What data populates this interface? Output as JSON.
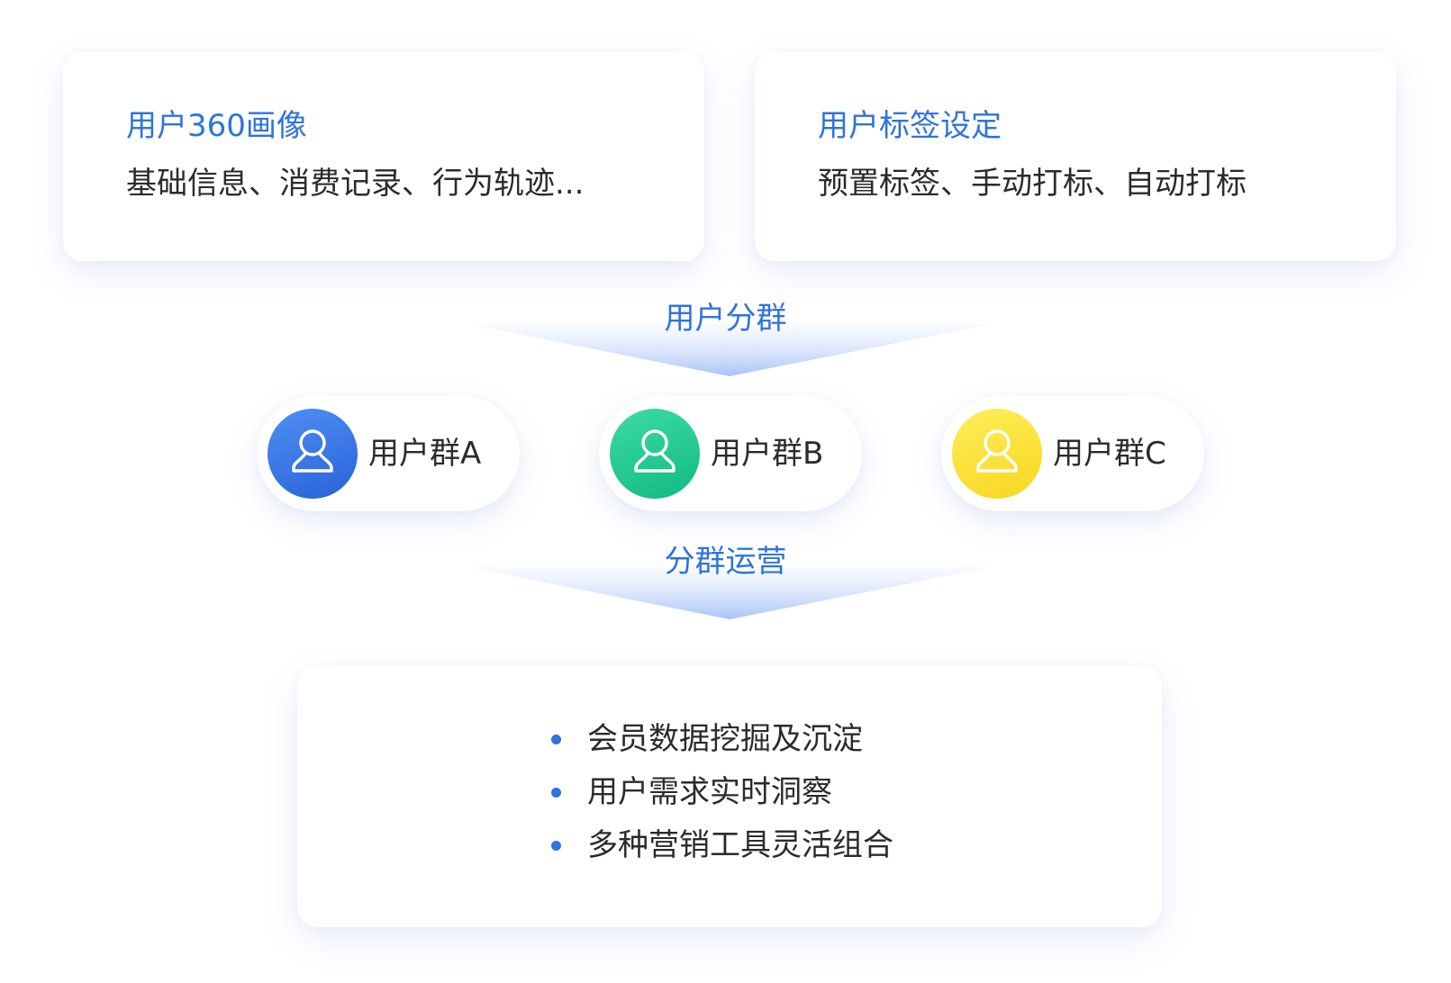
{
  "top_cards": [
    {
      "title": "用户360画像",
      "description": "基础信息、消费记录、行为轨迹..."
    },
    {
      "title": "用户标签设定",
      "description": "预置标签、手动打标、自动打标"
    }
  ],
  "stages": [
    {
      "label": "用户分群"
    },
    {
      "label": "分群运营"
    }
  ],
  "groups": [
    {
      "label": "用户群A",
      "color": "#2f6fe0",
      "icon": "user-icon"
    },
    {
      "label": "用户群B",
      "color": "#1ec78f",
      "icon": "user-icon"
    },
    {
      "label": "用户群C",
      "color": "#fbe12c",
      "icon": "user-icon"
    }
  ],
  "operations": {
    "items": [
      "会员数据挖掘及沉淀",
      "用户需求实时洞察",
      "多种营销工具灵活组合"
    ]
  },
  "colors": {
    "accent": "#2f73dd",
    "text": "#2b2b2b",
    "card_background": "#ffffff"
  }
}
